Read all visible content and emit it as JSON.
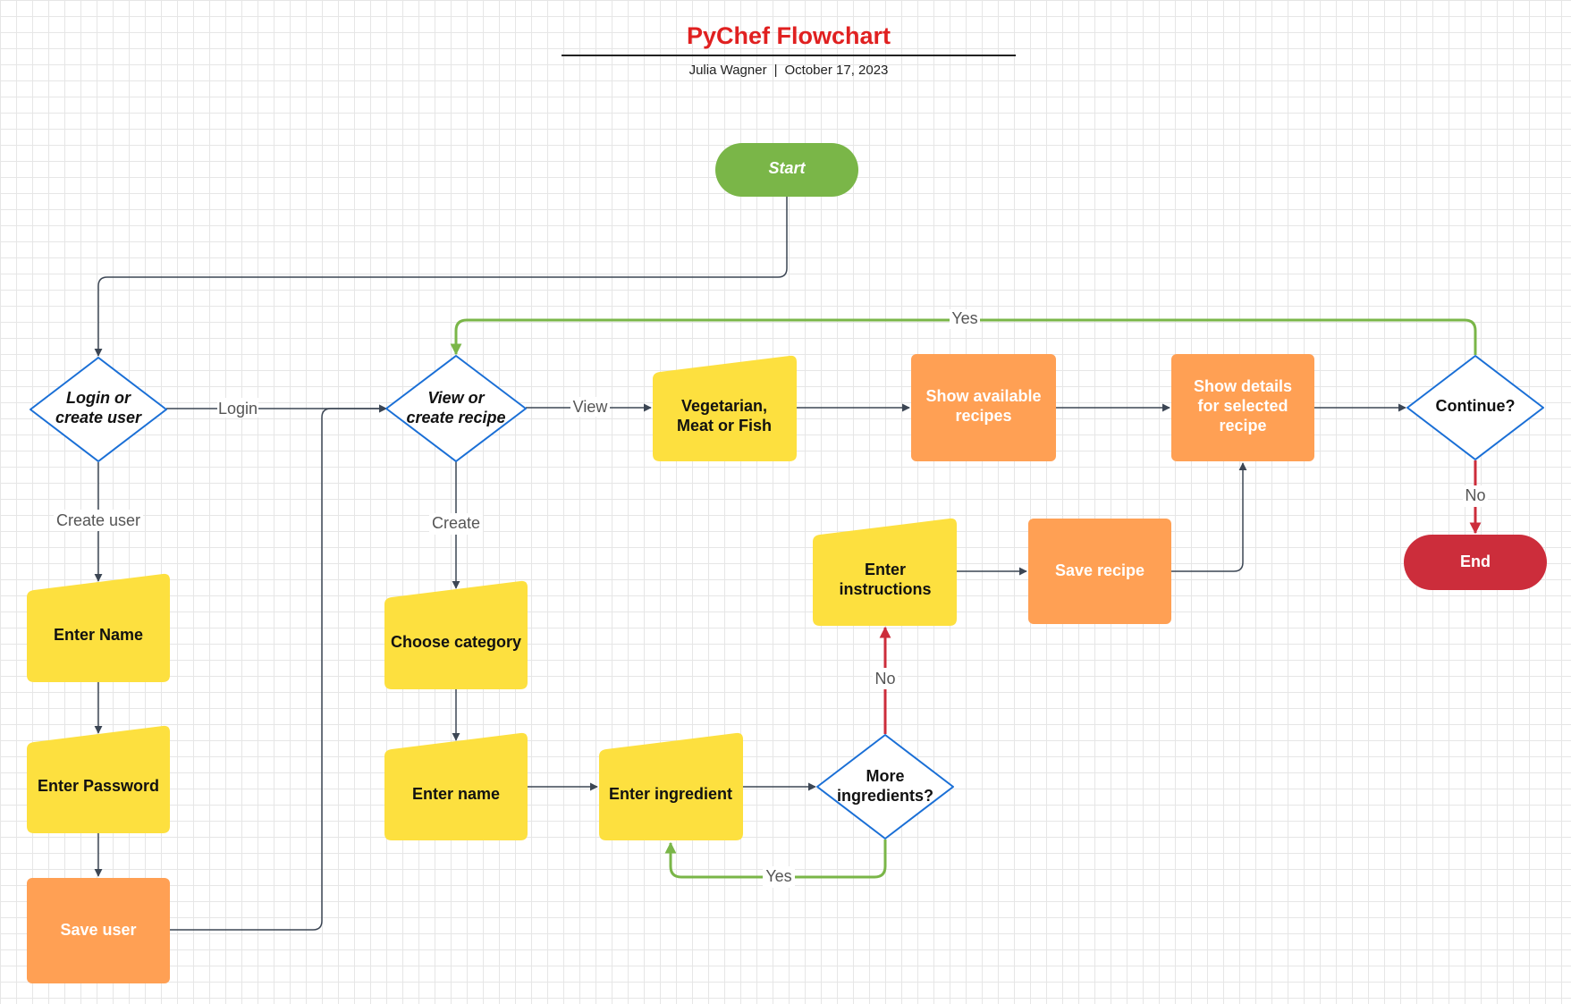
{
  "header": {
    "title": "PyChef Flowchart",
    "author": "Julia Wagner",
    "separator": "|",
    "date": "October 17, 2023"
  },
  "colors": {
    "title": "#e02020",
    "start": "#7ab648",
    "end": "#cc2d3b",
    "input": "#fde03f",
    "process": "#ffa054",
    "decision_border": "#1a6fd6",
    "green_line": "#7ab648",
    "red_line": "#cc2d3b",
    "dark_line": "#3c4654"
  },
  "nodes": {
    "start": "Start",
    "login_decision": [
      "Login or",
      "create user"
    ],
    "enter_name_user": "Enter Name",
    "enter_password": "Enter Password",
    "save_user": "Save user",
    "view_decision": [
      "View or",
      "create recipe"
    ],
    "choose_category": "Choose category",
    "enter_name_recipe": "Enter name",
    "enter_ingredient": "Enter ingredient",
    "more_ingredients": [
      "More",
      "ingredients?"
    ],
    "category_input": [
      "Vegetarian,",
      "Meat or Fish"
    ],
    "show_recipes": [
      "Show available",
      "recipes"
    ],
    "show_details": [
      "Show details",
      "for selected",
      "recipe"
    ],
    "continue_decision": "Continue?",
    "end": "End",
    "enter_instructions": [
      "Enter",
      "instructions"
    ],
    "save_recipe": "Save recipe"
  },
  "edge_labels": {
    "login": "Login",
    "create_user": "Create user",
    "view": "View",
    "create": "Create",
    "yes_continue": "Yes",
    "no_continue": "No",
    "yes_more": "Yes",
    "no_more": "No"
  }
}
